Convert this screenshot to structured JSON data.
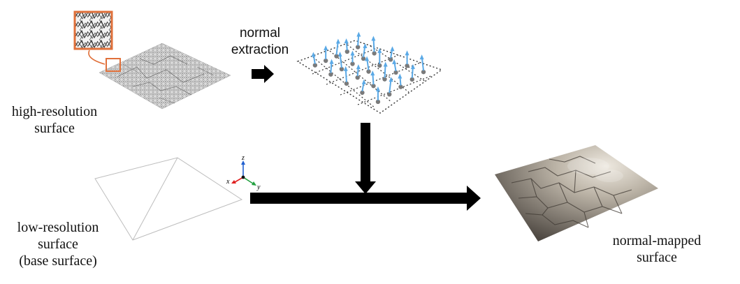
{
  "labels": {
    "high_res_line1": "high-resolution",
    "high_res_line2": "surface",
    "normal_extraction_line1": "normal",
    "normal_extraction_line2": "extraction",
    "low_res_line1": "low-resolution",
    "low_res_line2": "surface",
    "low_res_line3": "(base surface)",
    "normal_mapped_line1": "normal-mapped",
    "normal_mapped_line2": "surface"
  },
  "axes": {
    "x": "x",
    "y": "y",
    "z": "z"
  },
  "colors": {
    "highlight_box": "#e0703a",
    "normal_vector": "#5aa9e6",
    "axis_x": "#e02020",
    "axis_y": "#22a040",
    "axis_z": "#2060d0",
    "arrow": "#000000",
    "stone_light": "#cfc8bc",
    "stone_dark": "#5a544c"
  }
}
